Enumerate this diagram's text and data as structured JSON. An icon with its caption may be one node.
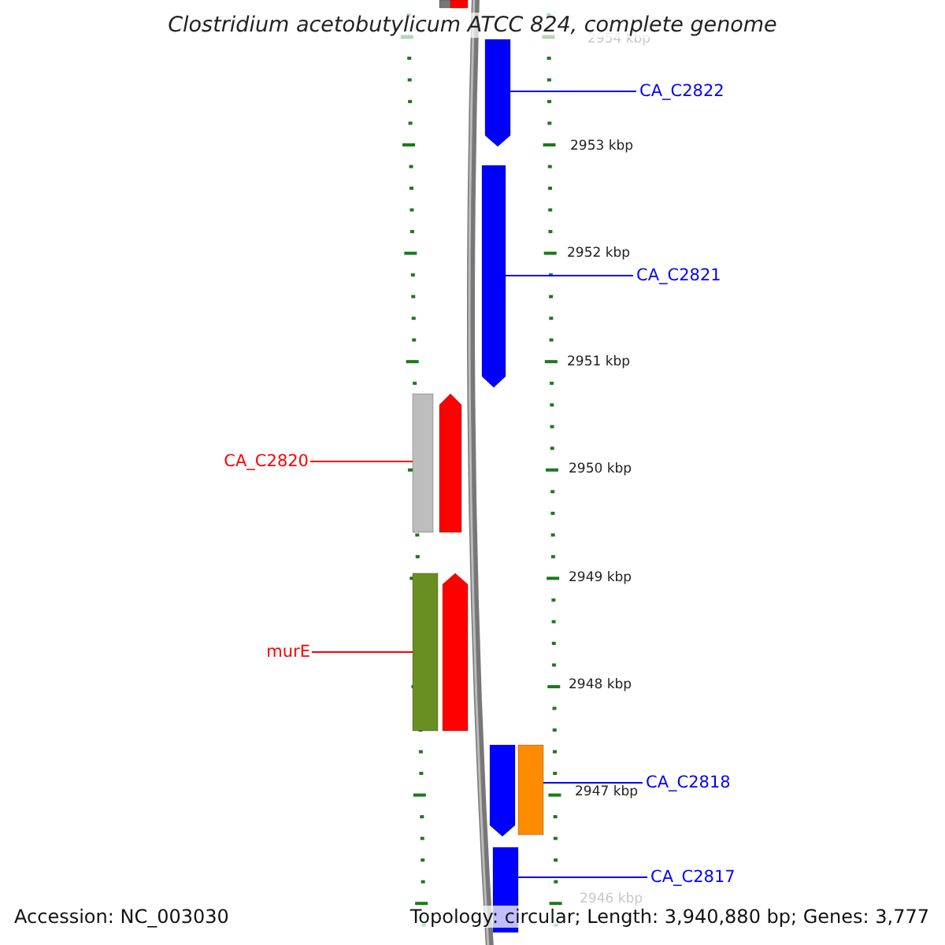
{
  "diagram": {
    "title": "Clostridium acetobutylicum ATCC 824, complete genome",
    "nodes": [
      {
        "text": [
          "CA_C2822"
        ]
      },
      {
        "text": [],
        "shape": "bar"
      },
      {
        "text": [
          "CA_C2821"
        ]
      },
      {
        "text": [],
        "shape": "bar"
      },
      {
        "text": [
          "CA_C2820"
        ]
      },
      {
        "text": [],
        "shape": "bar"
      },
      {
        "text": [
          "murE"
        ]
      },
      {
        "text": [],
        "shape": "bar"
      },
      {
        "text": [
          "CA_C2818"
        ]
      },
      {
        "text": [],
        "shape": "bar"
      },
      {
        "text": [
          "CA_C2817"
        ]
      },
      {
        "text": [],
        "shape": "bar"
      },
      {
        "text": [],
        "shape": "bar"
      },
      {
        "text": [],
        "shape": "bar"
      },
      {
        "text": [],
        "shape": "bar"
      },
      {
        "text": [],
        "shape": "bar"
      },
      {
        "text": [],
        "shape": "bar"
      }
    ],
    "edges": [
      {
        "from": 0,
        "to": 1,
        "arrow": "none"
      },
      {
        "from": 2,
        "to": 3,
        "arrow": "none"
      },
      {
        "from": 4,
        "to": 5,
        "arrow": "none",
        "color": "#ff0000"
      },
      {
        "from": 6,
        "to": 7,
        "arrow": "none",
        "color": "#ff0000"
      },
      {
        "from": 8,
        "to": 9,
        "arrow": "none"
      },
      {
        "from": 10,
        "to": 11,
        "arrow": "none"
      }
    ],
    "labels": [
      "2954 kbp",
      "2953 kbp",
      "2952 kbp",
      "2951 kbp",
      "2950 kbp",
      "2949 kbp",
      "2948 kbp",
      "2947 kbp",
      "2946 kbp",
      "Accession: NC_003030",
      "Topology: circular; Length: 3,940,880 bp; Genes: 3,777"
    ]
  }
}
